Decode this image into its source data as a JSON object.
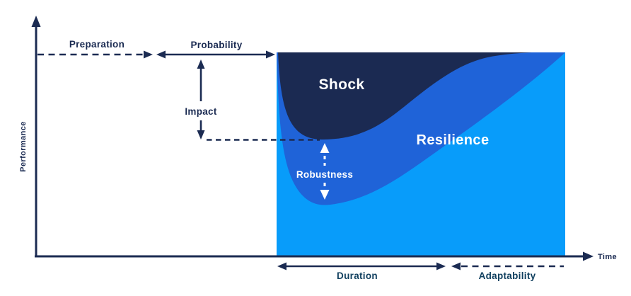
{
  "diagram": {
    "type": "resilience-performance-curve",
    "axes": {
      "y_label": "Performance",
      "x_label": "Time"
    },
    "annotations": {
      "preparation": "Preparation",
      "probability": "Probability",
      "impact": "Impact",
      "duration": "Duration",
      "adaptability": "Adaptability"
    },
    "regions": {
      "shock": "Shock",
      "resilience": "Resilience",
      "robustness": "Robustness"
    },
    "colors": {
      "navy": "#1b2b52",
      "shock_fill": "#1b2a52",
      "resilience_blue": "#1f63d8",
      "background_blue": "#089cfa",
      "bottom_label_teal": "#11405f",
      "white": "#ffffff",
      "page_background": "#ffffff"
    }
  }
}
